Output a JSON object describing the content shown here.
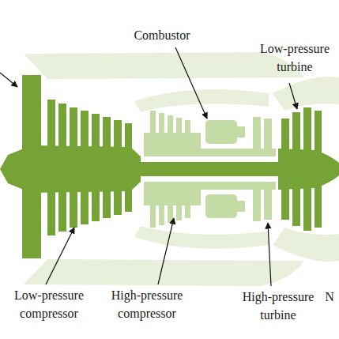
{
  "diagram": {
    "labels": [
      "Combustor",
      "Low-pressure turbine",
      "Low-pressure compressor",
      "High-pressure compressor",
      "High-pressure turbine",
      "N"
    ]
  }
}
